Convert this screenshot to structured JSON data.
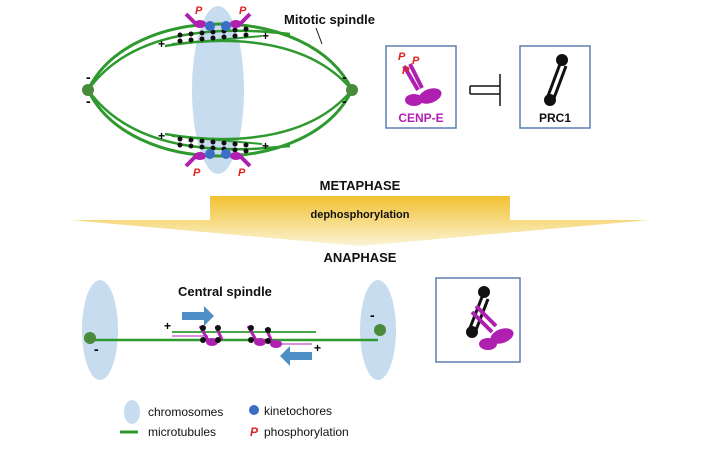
{
  "metaphase": {
    "label_mitotic_spindle": "Mitotic spindle",
    "label_cenpe": "CENP-E",
    "label_prc1": "PRC1",
    "phospho_mark": "P"
  },
  "transition": {
    "metaphase_label": "METAPHASE",
    "arrow_label": "dephosphorylation",
    "anaphase_label": "ANAPHASE"
  },
  "anaphase": {
    "label_central_spindle": "Central spindle"
  },
  "signs": {
    "plus": "+",
    "minus": "-"
  },
  "legend": {
    "chromosomes": "chromosomes",
    "kinetochores": "kinetochores",
    "microtubules": "microtubules",
    "phosphorylation": "phosphorylation",
    "phospho_symbol": "P"
  },
  "colors": {
    "microtubule": "#2e9a2e",
    "chromosome": "#c8dcef",
    "kinetochore": "#3a6fc4",
    "cenpe": "#b020b0",
    "prc1": "#111111",
    "phospho": "#e02020",
    "box_border": "#5b7fb0",
    "arrow": "#f2c230",
    "flow_arrow": "#4f8fc8",
    "pole": "#4a8a3a"
  }
}
